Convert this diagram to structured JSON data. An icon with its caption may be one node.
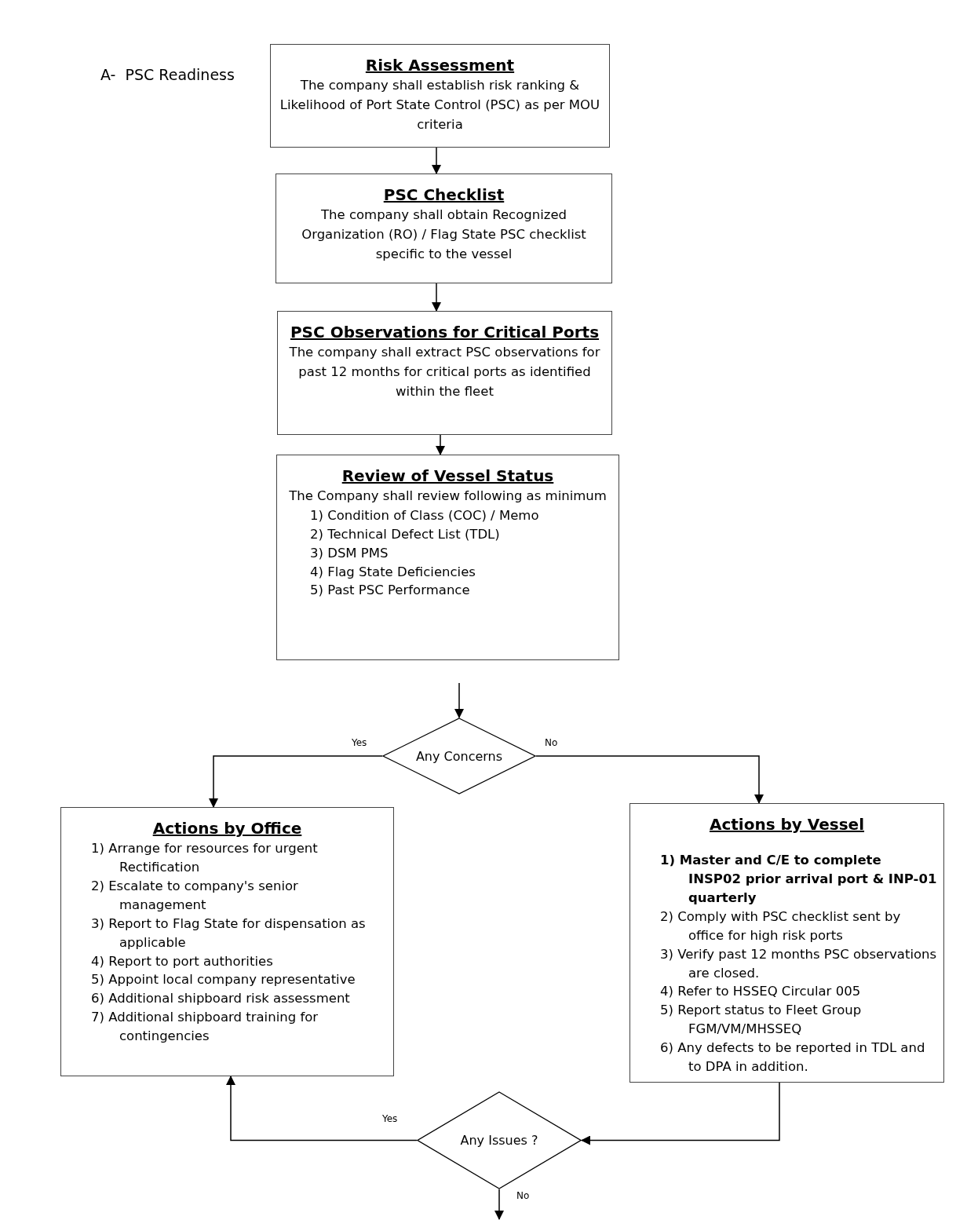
{
  "diagram": {
    "title": "A-  PSC Readiness",
    "nodes": [
      {
        "text": [
          "Risk Assessment",
          "The company shall establish risk ranking & Likelihood of Port State Control (PSC) as per MOU criteria"
        ]
      },
      {
        "text": [
          "PSC Checklist",
          "The company shall obtain Recognized Organization (RO) / Flag State PSC checklist specific to the vessel"
        ]
      },
      {
        "text": [
          "PSC Observations for Critical Ports",
          "The company shall extract PSC observations for past 12 months for critical ports as identified within the fleet"
        ]
      },
      {
        "text": [
          "Review of Vessel Status",
          "The Company shall review following as minimum",
          "1) Condition of Class (COC) / Memo",
          "2) Technical Defect List (TDL)",
          "3) DSM PMS",
          "4) Flag State Deficiencies",
          "5) Past PSC Performance"
        ]
      },
      {
        "text": [
          "Any Concerns"
        ]
      },
      {
        "text": [
          "Actions by Office",
          "1) Arrange for resources for urgent Rectification",
          "2) Escalate to company's senior management",
          "3) Report to Flag State for dispensation as applicable",
          "4) Report to port authorities",
          "5) Appoint local company representative",
          "6) Additional shipboard risk assessment",
          "7) Additional shipboard training for contingencies"
        ]
      },
      {
        "text": [
          "Actions by Vessel",
          "**1) Master and C/E to complete INSP02 prior arrival port & INP-01 quarterly**",
          "2) Comply with PSC checklist sent by office for high risk ports",
          "3) Verify past 12 months PSC observations are closed.",
          "4) Refer to HSSEQ Circular 005",
          "5) Report status to Fleet Group FGM/VM/MHSSEQ",
          "6) Any defects to be reported in TDL and to DPA in addition."
        ]
      },
      {
        "text": [
          "Any Issues ?"
        ]
      }
    ],
    "edges": [
      {
        "from": 0,
        "to": 1,
        "arrow": "to"
      },
      {
        "from": 1,
        "to": 2,
        "arrow": "to"
      },
      {
        "from": 2,
        "to": 3,
        "arrow": "to"
      },
      {
        "from": null,
        "to": 4,
        "arrow": "to"
      },
      {
        "from": 4,
        "to": 5,
        "arrow": "to",
        "label": "Yes"
      },
      {
        "from": 4,
        "to": 6,
        "arrow": "to",
        "label": "No"
      },
      {
        "from": 6,
        "to": 7,
        "arrow": "to"
      },
      {
        "from": 7,
        "to": 5,
        "arrow": "to",
        "label": "Yes"
      },
      {
        "from": 7,
        "to": null,
        "arrow": "to",
        "label": "No"
      }
    ]
  }
}
